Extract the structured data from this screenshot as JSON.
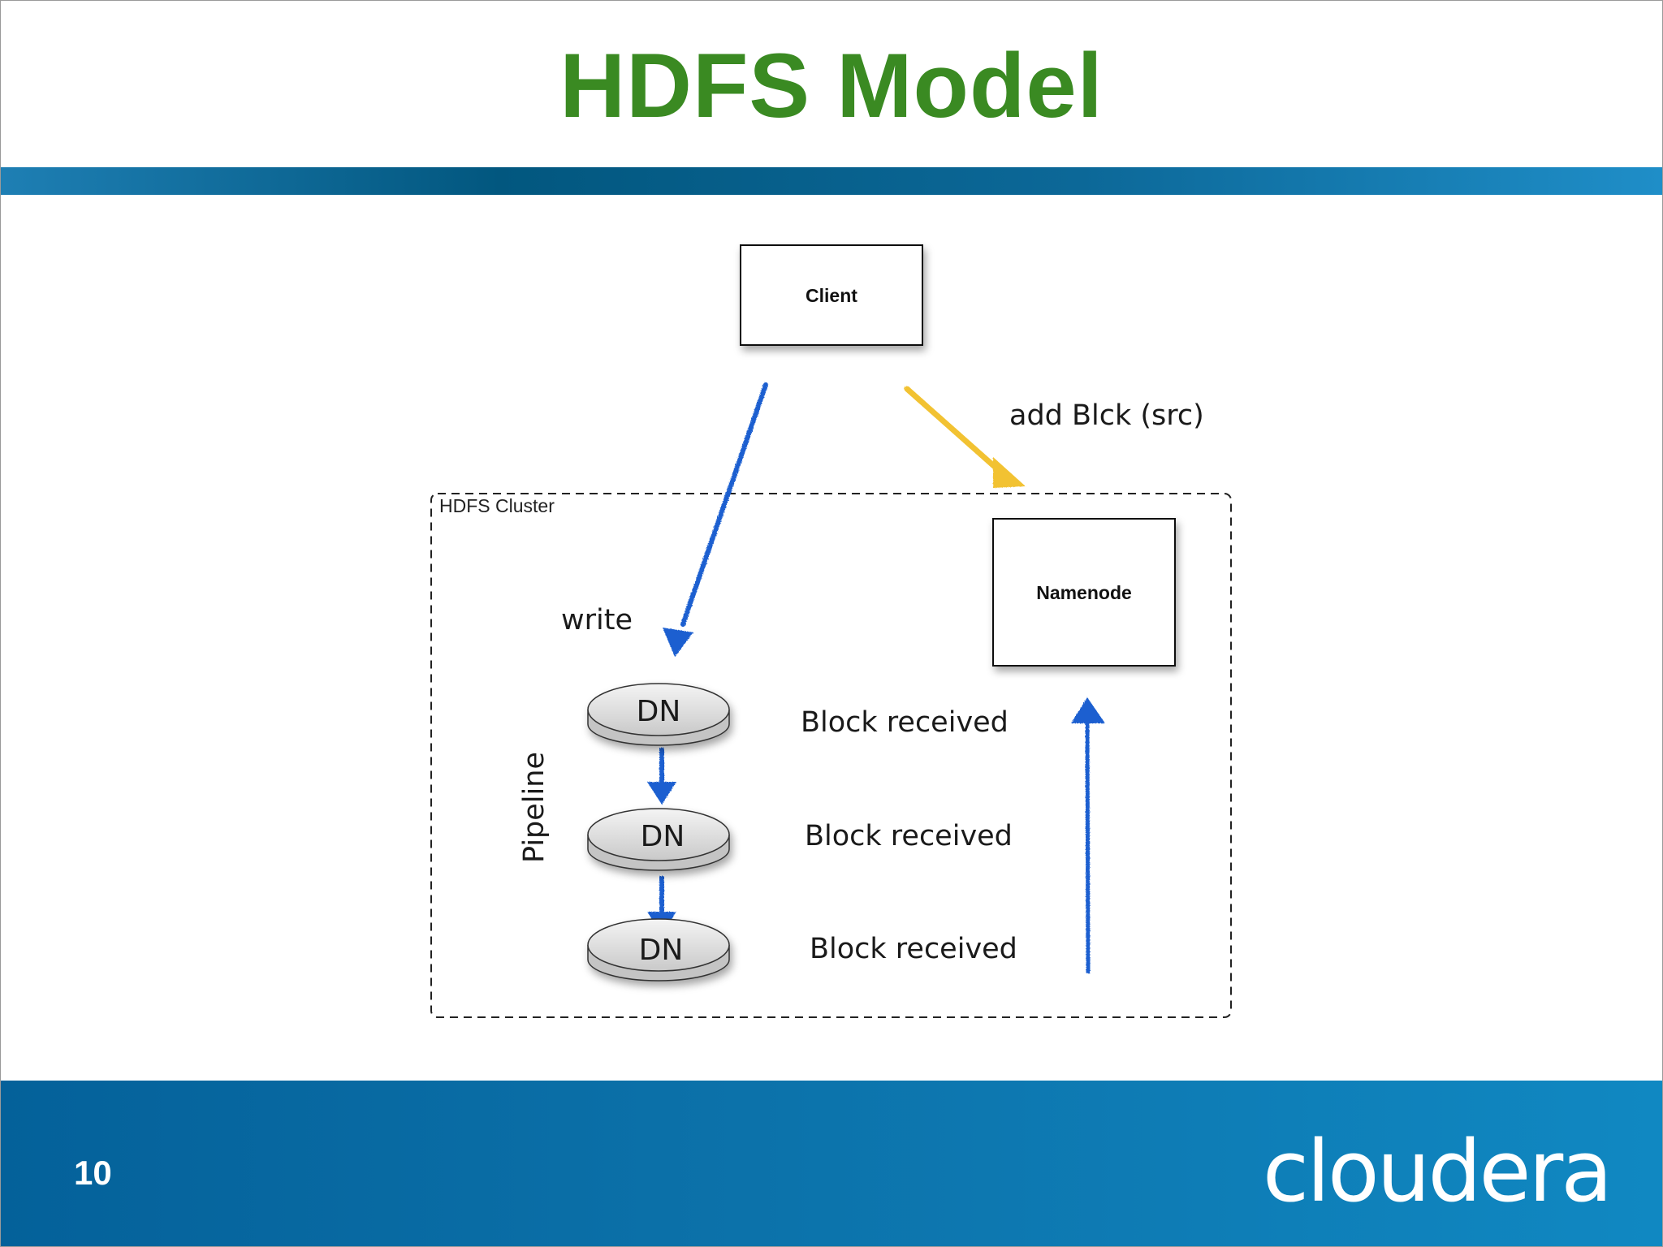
{
  "slide": {
    "title": "HDFS Model",
    "page_number": "10",
    "logo_text": "cloudera"
  },
  "diagram": {
    "client_label": "Client",
    "namenode_label": "Namenode",
    "cluster_label": "HDFS Cluster",
    "add_block_label": "add Blck (src)",
    "write_label": "write",
    "pipeline_label": "Pipeline",
    "datanodes": [
      "DN",
      "DN",
      "DN"
    ],
    "block_received_labels": [
      "Block received",
      "Block received",
      "Block received"
    ]
  },
  "colors": {
    "title_green": "#3a8a22",
    "band_blue": "#02577f",
    "footer_blue": "#0c72aa",
    "arrow_blue": "#1a5fd0",
    "arrow_yellow": "#f2c230"
  }
}
